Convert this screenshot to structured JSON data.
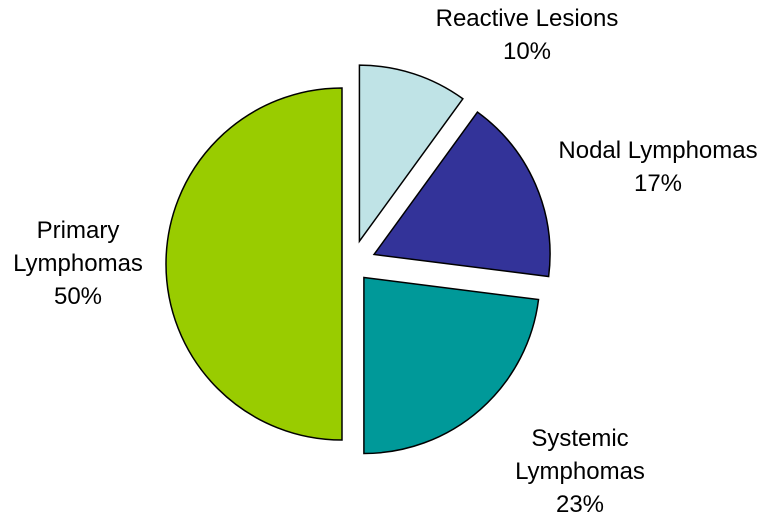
{
  "chart_data": {
    "type": "pie",
    "title": "",
    "slices": [
      {
        "label_lines": [
          "Reactive Lesions"
        ],
        "percent_label": "10%",
        "value": 10,
        "color": "#bfe3e6"
      },
      {
        "label_lines": [
          "Nodal Lymphomas"
        ],
        "percent_label": "17%",
        "value": 17,
        "color": "#333399"
      },
      {
        "label_lines": [
          "Systemic",
          "Lymphomas"
        ],
        "percent_label": "23%",
        "value": 23,
        "color": "#009999"
      },
      {
        "label_lines": [
          "Primary",
          "Lymphomas"
        ],
        "percent_label": "50%",
        "value": 50,
        "color": "#99cc00"
      }
    ],
    "start_angle_deg": 0,
    "direction": "clockwise",
    "exploded": true,
    "legend": "none"
  }
}
